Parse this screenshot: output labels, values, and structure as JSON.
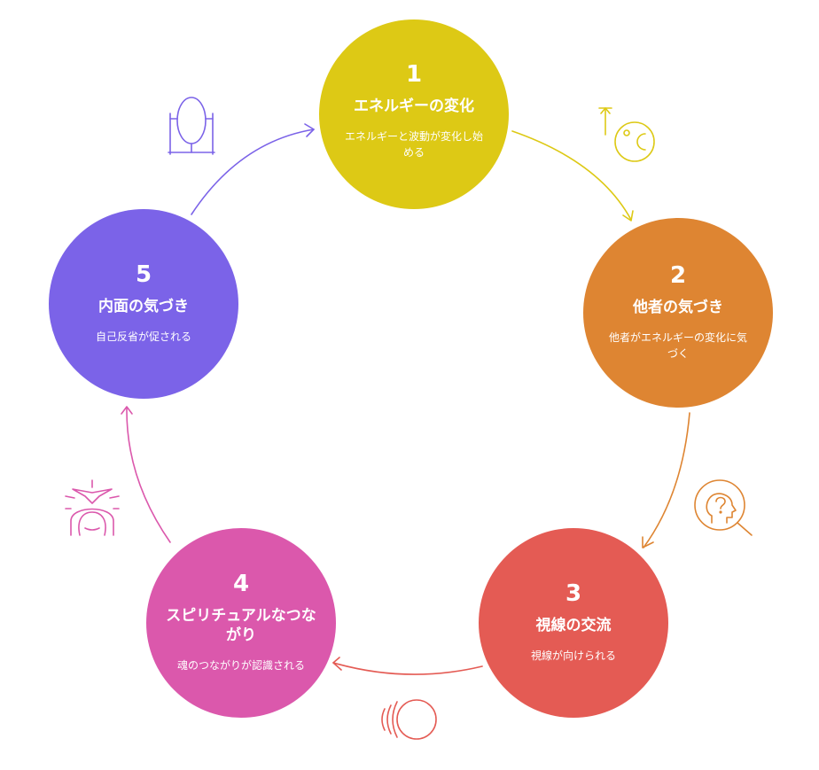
{
  "diagram": {
    "steps": [
      {
        "number": "1",
        "title": "エネルギーの変化",
        "description": "エネルギーと波動が変化し始める",
        "color": "#DDC915",
        "icon": "temperature-rise-icon"
      },
      {
        "number": "2",
        "title": "他者の気づき",
        "description": "他者がエネルギーの変化に気づく",
        "color": "#DE8532",
        "icon": "head-question-search-icon"
      },
      {
        "number": "3",
        "title": "視線の交流",
        "description": "視線が向けられる",
        "color": "#E45B54",
        "icon": "eye-signal-icon"
      },
      {
        "number": "4",
        "title": "スピリチュアルなつながり",
        "description": "魂のつながりが認識される",
        "color": "#DB58AC",
        "icon": "spirit-dove-person-icon"
      },
      {
        "number": "5",
        "title": "内面の気づき",
        "description": "自己反省が促される",
        "color": "#7B63E8",
        "icon": "mirror-icon"
      }
    ]
  }
}
